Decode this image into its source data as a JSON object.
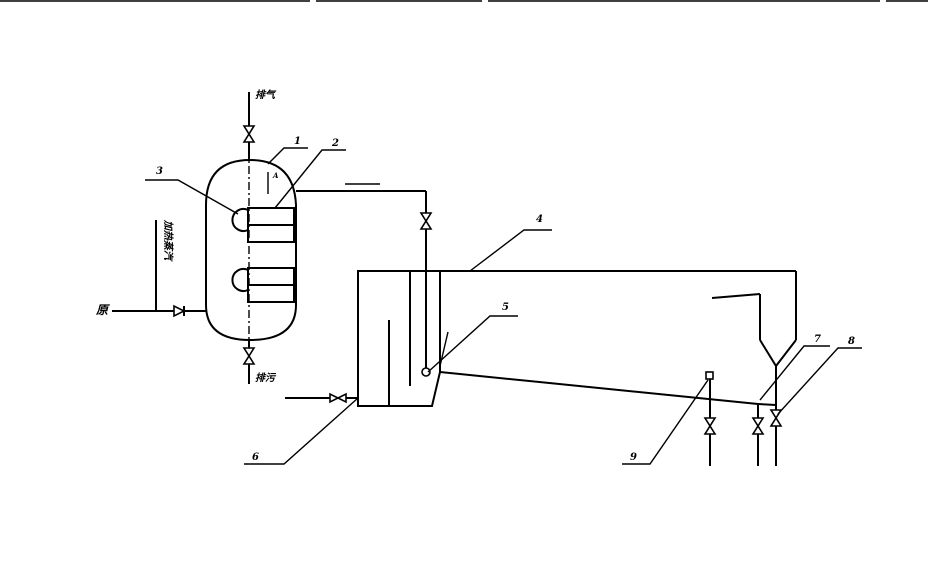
{
  "diagram": {
    "top_pipe_label": "排气",
    "bottom_pipe_label": "排污",
    "left_vertical_label": "加热蒸汽",
    "left_inlet_label": "原",
    "callouts": {
      "c1": "1",
      "c2": "2",
      "c3": "3",
      "c4": "4",
      "c5": "5",
      "c6": "6",
      "c7": "7",
      "c8": "8",
      "c9": "9"
    }
  }
}
